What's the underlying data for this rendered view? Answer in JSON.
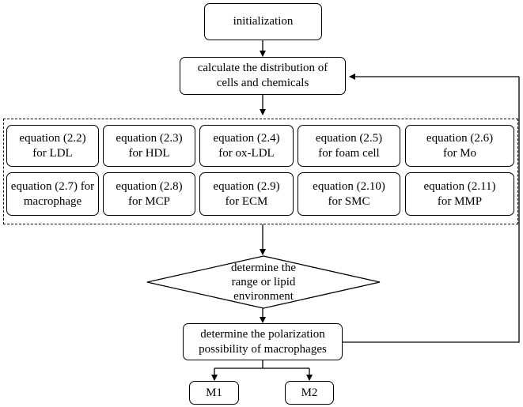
{
  "flowchart": {
    "init": [
      "initialization"
    ],
    "calc": [
      "calculate the distribution of",
      "cells and chemicals"
    ],
    "equations_row1": [
      [
        "equation (2.2)",
        "for LDL"
      ],
      [
        "equation (2.3)",
        "for HDL"
      ],
      [
        "equation (2.4)",
        "for ox-LDL"
      ],
      [
        "equation (2.5)",
        "for foam cell"
      ],
      [
        "equation (2.6)",
        "for Mo"
      ]
    ],
    "equations_row2": [
      [
        "equation (2.7) for",
        "macrophage"
      ],
      [
        "equation (2.8)",
        "for MCP"
      ],
      [
        "equation (2.9)",
        "for ECM"
      ],
      [
        "equation (2.10)",
        "for SMC"
      ],
      [
        "equation (2.11)",
        "for MMP"
      ]
    ],
    "decision": [
      "determine the",
      "range or lipid",
      "environment"
    ],
    "polarization": [
      "determine the polarization",
      "possibility of macrophages"
    ],
    "outputs": [
      "M1",
      "M2"
    ]
  }
}
